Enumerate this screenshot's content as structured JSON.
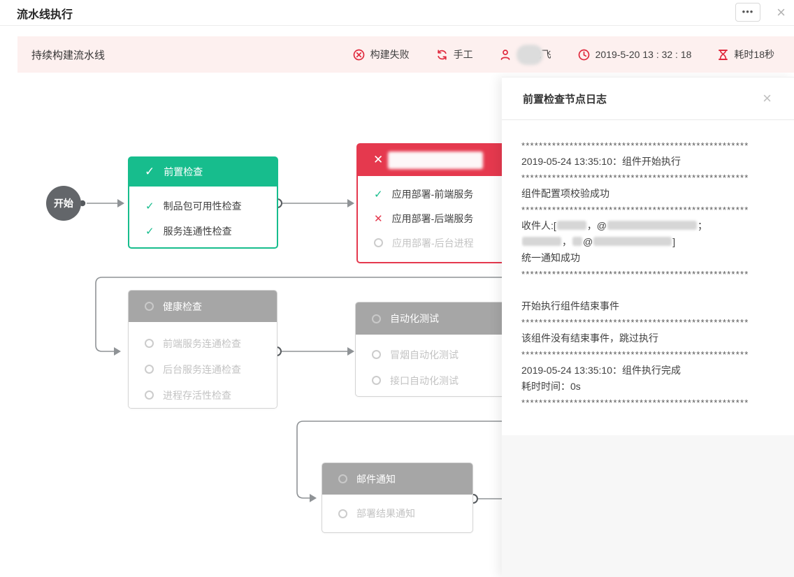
{
  "colors": {
    "accent_red": "#e0293d",
    "node_red": "#e5394e",
    "node_green": "#17bd8d",
    "gray_header": "#a6a6a6",
    "summary_bg": "#fdf0ef"
  },
  "window": {
    "title": "流水线执行",
    "more_icon": "•••",
    "close_icon": "×"
  },
  "summary": {
    "pipeline_name": "持续构建流水线",
    "status": "构建失败",
    "trigger": "手工",
    "user_visible": "龙飞",
    "time": "2019-5-20 13 : 32 : 18",
    "duration": "耗时18秒"
  },
  "flow": {
    "start_label": "开始",
    "precheck": {
      "title": "前置检查",
      "items": [
        {
          "label": "制品包可用性检查",
          "status": "success"
        },
        {
          "label": "服务连通性检查",
          "status": "success"
        }
      ]
    },
    "deploy": {
      "title_redacted": true,
      "items": [
        {
          "label": "应用部署-前端服务",
          "status": "success"
        },
        {
          "label": "应用部署-后端服务",
          "status": "failed"
        },
        {
          "label": "应用部署-后台进程",
          "status": "pending"
        }
      ]
    },
    "health": {
      "title": "健康检查",
      "items": [
        {
          "label": "前端服务连通检查",
          "status": "pending"
        },
        {
          "label": "后台服务连通检查",
          "status": "pending"
        },
        {
          "label": "进程存活性检查",
          "status": "pending"
        }
      ]
    },
    "autotest": {
      "title": "自动化测试",
      "items": [
        {
          "label": "冒烟自动化测试",
          "status": "pending"
        },
        {
          "label": "接口自动化测试",
          "status": "pending"
        }
      ]
    },
    "mail": {
      "title": "邮件通知",
      "items": [
        {
          "label": "部署结果通知",
          "status": "pending"
        }
      ]
    }
  },
  "log": {
    "title": "前置检查节点日志",
    "close_icon": "×",
    "stars": "****************************************************",
    "lines": [
      {
        "t": "stars"
      },
      {
        "t": "text",
        "v": "2019-05-24 13:35:10：组件开始执行"
      },
      {
        "t": "stars"
      },
      {
        "t": "text",
        "v": "组件配置项校验成功"
      },
      {
        "t": "stars"
      },
      {
        "t": "mix",
        "parts": [
          {
            "v": "收件人:["
          },
          {
            "blur": 42
          },
          {
            "v": "，@"
          },
          {
            "blur": 128
          },
          {
            "v": "；"
          }
        ]
      },
      {
        "t": "mix",
        "parts": [
          {
            "blur": 56
          },
          {
            "v": "，"
          },
          {
            "blur": 14
          },
          {
            "v": "@"
          },
          {
            "blur": 112
          },
          {
            "v": "]"
          }
        ]
      },
      {
        "t": "text",
        "v": "统一通知成功"
      },
      {
        "t": "stars"
      },
      {
        "t": "blank"
      },
      {
        "t": "text",
        "v": "开始执行组件结束事件"
      },
      {
        "t": "stars"
      },
      {
        "t": "text",
        "v": "该组件没有结束事件，跳过执行"
      },
      {
        "t": "stars"
      },
      {
        "t": "text",
        "v": "2019-05-24 13:35:10：组件执行完成"
      },
      {
        "t": "text",
        "v": "耗时时间：0s"
      },
      {
        "t": "stars"
      }
    ]
  }
}
